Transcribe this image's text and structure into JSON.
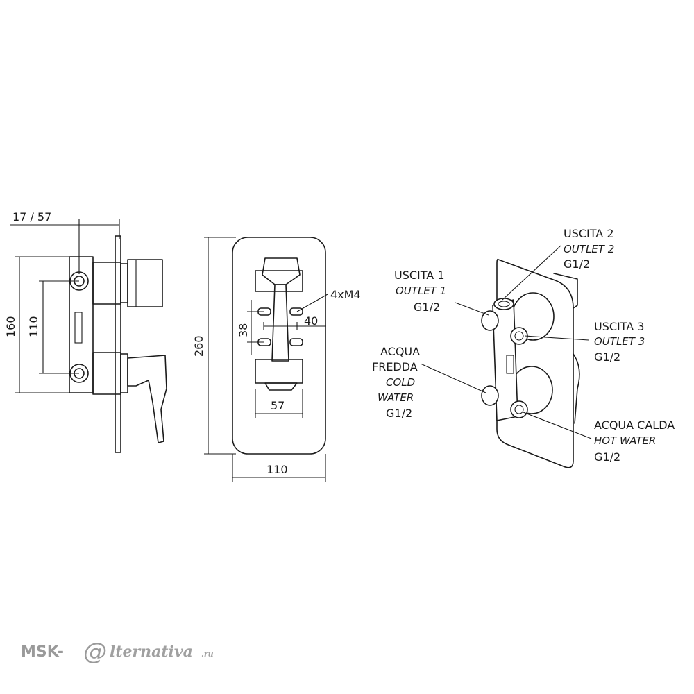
{
  "side_view": {
    "top_dim": "17 / 57",
    "height_outer": "160",
    "height_inner": "110"
  },
  "front_view": {
    "height": "260",
    "width": "110",
    "screws": "4xM4",
    "screw_vertical": "38",
    "screw_horizontal": "40",
    "bottom_width": "57"
  },
  "iso_view": {
    "outlet2": {
      "it": "USCITA 2",
      "en": "OUTLET 2",
      "thread": "G1/2"
    },
    "outlet1": {
      "it": "USCITA 1",
      "en": "OUTLET 1",
      "thread": "G1/2"
    },
    "outlet3": {
      "it": "USCITA 3",
      "en": "OUTLET 3",
      "thread": "G1/2"
    },
    "cold": {
      "it1": "ACQUA",
      "it2": "FREDDA",
      "en1": "COLD",
      "en2": "WATER",
      "thread": "G1/2"
    },
    "hot": {
      "it": "ACQUA CALDA",
      "en": "HOT WATER",
      "thread": "G1/2"
    }
  },
  "watermark": {
    "left": "MSK-",
    "mark": "@",
    "right": "lternativa",
    "suffix": ".ru"
  }
}
